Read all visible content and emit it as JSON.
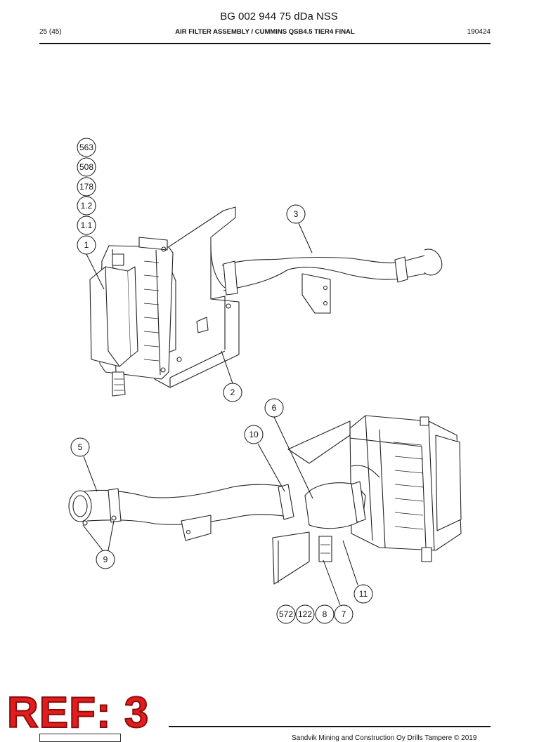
{
  "header": {
    "doc_number": "BG 002 944 75 dDa NSS",
    "page_number": "25 (45)",
    "title": "AIR FILTER ASSEMBLY / CUMMINS QSB4.5 TIER4 FINAL",
    "date_code": "190424"
  },
  "callouts": [
    "563",
    "508",
    "178",
    "1.2",
    "1.1",
    "1",
    "3",
    "2",
    "6",
    "10",
    "5",
    "9",
    "11",
    "572",
    "122",
    "8",
    "7"
  ],
  "stamp": {
    "text": "REF: 3",
    "color": "#e31d1d"
  },
  "footer": {
    "copyright": "Sandvik Mining and Construction Oy Drills Tampere © 2019"
  },
  "icons": [
    "air-filter-assembly-drawing",
    "sandvik-logo"
  ]
}
